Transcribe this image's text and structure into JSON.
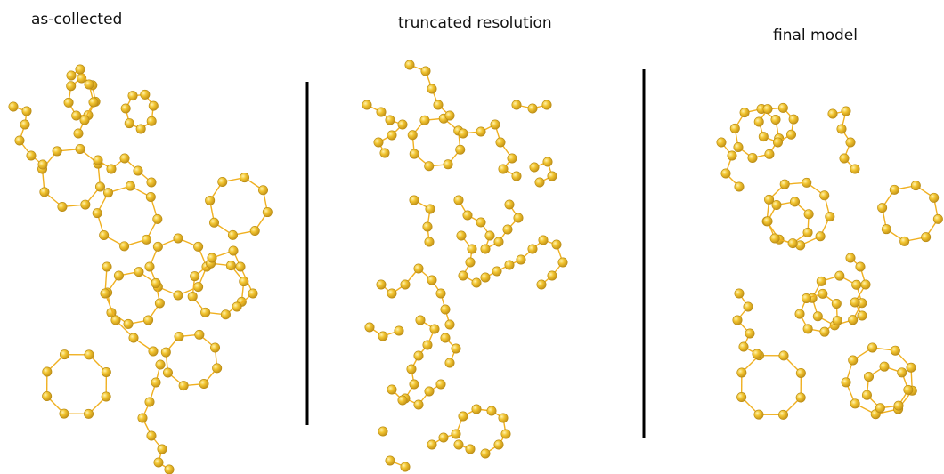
{
  "panels": [
    {
      "id": "as-collected",
      "title": "as-collected"
    },
    {
      "id": "truncated",
      "title": "truncated resolution"
    },
    {
      "id": "final",
      "title": "final model"
    }
  ],
  "colors": {
    "atom": "#f2c531",
    "atom_shadow": "#c7961a",
    "bond": "#f0b020",
    "divider": "#000000",
    "background": "#ffffff"
  }
}
